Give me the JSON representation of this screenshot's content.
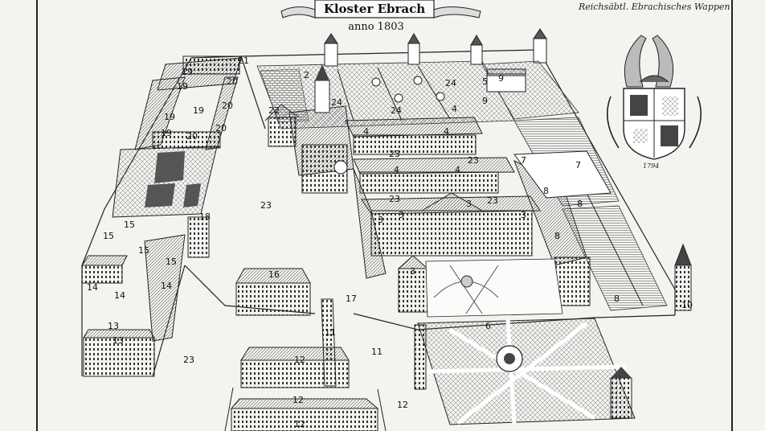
{
  "title": "Kloster Ebrach",
  "subtitle": "anno 1803",
  "coat_of_arms_caption": "Reichsäbtl. Ebrachisches Wappen",
  "coat_of_arms_year": "1794",
  "plan_numbers": [
    {
      "id": "n1",
      "text": "2"
    },
    {
      "id": "n2",
      "text": "21"
    },
    {
      "id": "n3",
      "text": "19"
    },
    {
      "id": "n4",
      "text": "19"
    },
    {
      "id": "n5",
      "text": "19"
    },
    {
      "id": "n6",
      "text": "19"
    },
    {
      "id": "n7",
      "text": "20"
    },
    {
      "id": "n8",
      "text": "20"
    },
    {
      "id": "n9",
      "text": "20"
    },
    {
      "id": "n10",
      "text": "20"
    },
    {
      "id": "n11",
      "text": "19"
    },
    {
      "id": "n12",
      "text": "22"
    },
    {
      "id": "n13",
      "text": "24"
    },
    {
      "id": "n14",
      "text": "24"
    },
    {
      "id": "n15",
      "text": "24"
    },
    {
      "id": "n16",
      "text": "4"
    },
    {
      "id": "n17",
      "text": "4"
    },
    {
      "id": "n18",
      "text": "4"
    },
    {
      "id": "n19",
      "text": "4"
    },
    {
      "id": "n20",
      "text": "4"
    },
    {
      "id": "n21",
      "text": "9"
    },
    {
      "id": "n22",
      "text": "9"
    },
    {
      "id": "n23",
      "text": "23"
    },
    {
      "id": "n24",
      "text": "23"
    },
    {
      "id": "n25",
      "text": "23"
    },
    {
      "id": "n26",
      "text": "23"
    },
    {
      "id": "n27",
      "text": "7"
    },
    {
      "id": "n28",
      "text": "7"
    },
    {
      "id": "n29",
      "text": "8"
    },
    {
      "id": "n30",
      "text": "8"
    },
    {
      "id": "n31",
      "text": "8"
    },
    {
      "id": "n32",
      "text": "8"
    },
    {
      "id": "n33",
      "text": "3"
    },
    {
      "id": "n34",
      "text": "3"
    },
    {
      "id": "n35",
      "text": "3"
    },
    {
      "id": "n36",
      "text": "3"
    },
    {
      "id": "n37",
      "text": "3"
    },
    {
      "id": "n38",
      "text": "18"
    },
    {
      "id": "n39",
      "text": "15"
    },
    {
      "id": "n40",
      "text": "15"
    },
    {
      "id": "n41",
      "text": "15"
    },
    {
      "id": "n42",
      "text": "15"
    },
    {
      "id": "n43",
      "text": "14"
    },
    {
      "id": "n44",
      "text": "14"
    },
    {
      "id": "n45",
      "text": "14"
    },
    {
      "id": "n46",
      "text": "16"
    },
    {
      "id": "n47",
      "text": "17"
    },
    {
      "id": "n48",
      "text": "13"
    },
    {
      "id": "n49",
      "text": "13"
    },
    {
      "id": "n50",
      "text": "23"
    },
    {
      "id": "n51",
      "text": "23"
    },
    {
      "id": "n52",
      "text": "12"
    },
    {
      "id": "n53",
      "text": "12"
    },
    {
      "id": "n54",
      "text": "12"
    },
    {
      "id": "n55",
      "text": "12"
    },
    {
      "id": "n56",
      "text": "11"
    },
    {
      "id": "n57",
      "text": "11"
    },
    {
      "id": "n58",
      "text": "6"
    },
    {
      "id": "n59",
      "text": "10"
    },
    {
      "id": "n60",
      "text": "5"
    }
  ]
}
